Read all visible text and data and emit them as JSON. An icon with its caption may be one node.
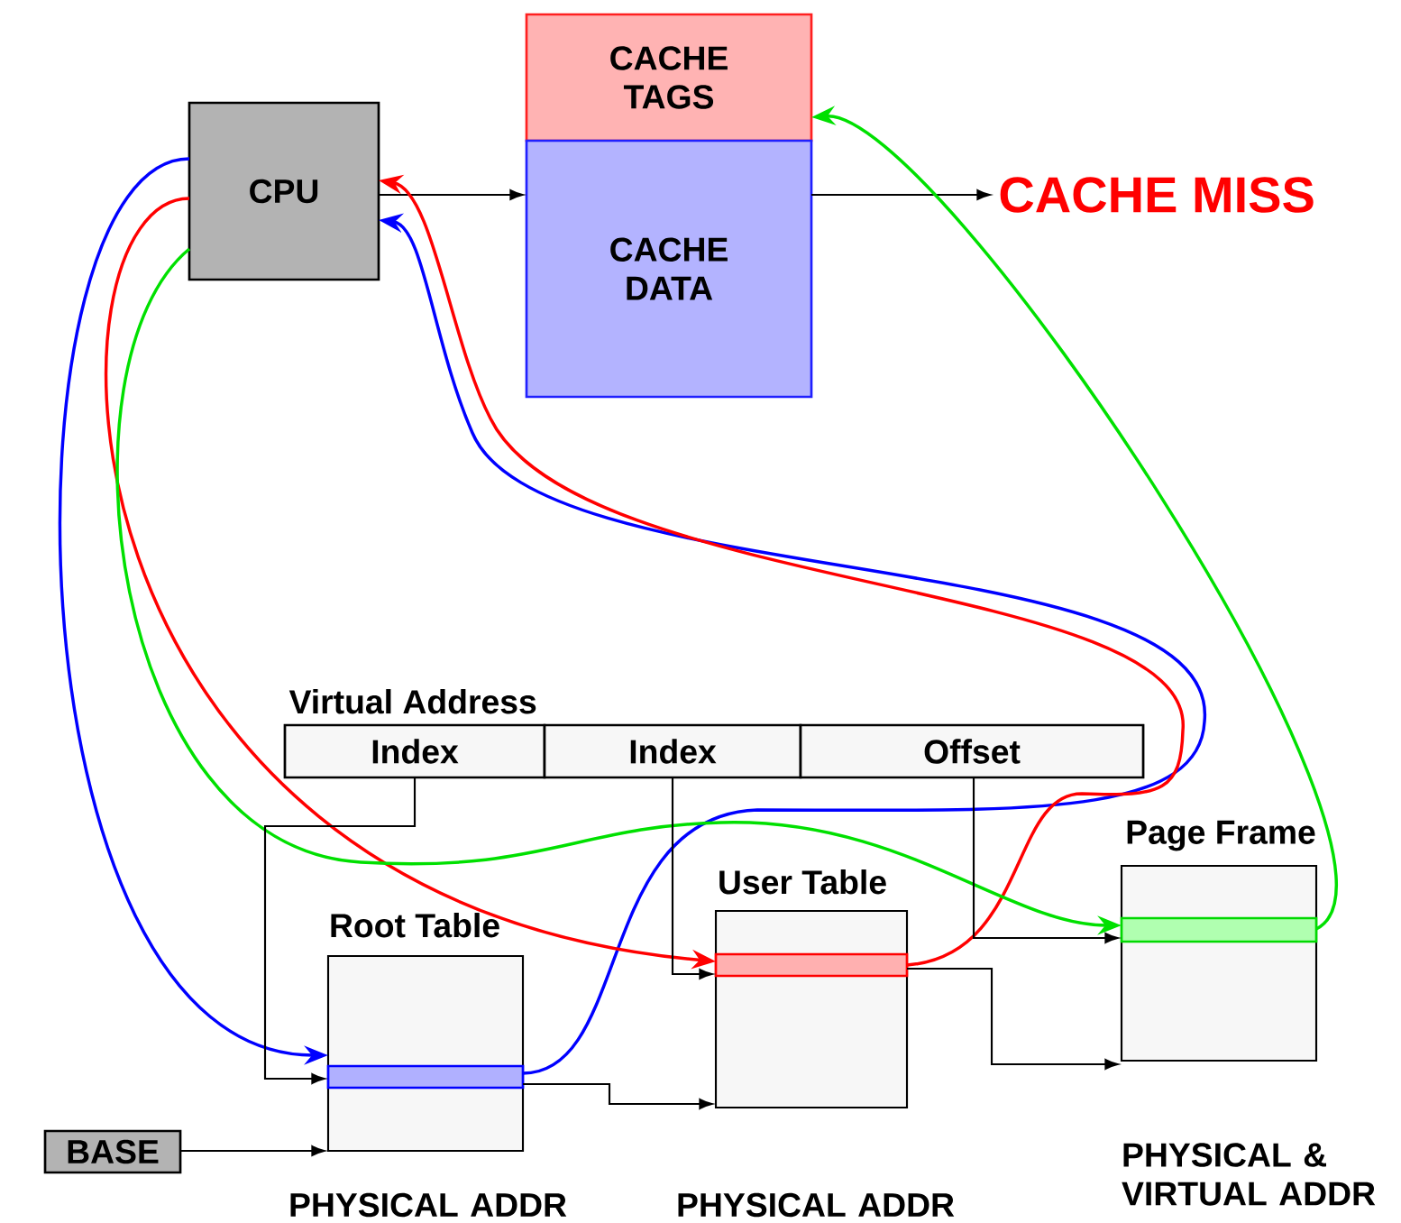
{
  "diagram": {
    "nodes": [
      {
        "text": [
          "CACHE TAGS"
        ]
      },
      {
        "text": [
          "CACHE DATA"
        ]
      },
      {
        "text": [
          "CPU"
        ]
      },
      {
        "text": [
          "CACHE MISS"
        ]
      },
      {
        "text": [
          "Virtual Address"
        ]
      },
      {
        "text": [
          "Index"
        ],
        "in": 4
      },
      {
        "text": [
          "Index"
        ],
        "in": 4
      },
      {
        "text": [
          "Offset"
        ],
        "in": 4
      },
      {
        "text": [
          "Root Table"
        ],
        "beside": [
          "PHYSICAL ADDR"
        ]
      },
      {
        "text": [],
        "shape": "bar",
        "in": 8
      },
      {
        "text": [
          "User Table"
        ],
        "beside": [
          "PHYSICAL ADDR"
        ]
      },
      {
        "text": [],
        "shape": "bar",
        "in": 10
      },
      {
        "text": [
          "Page Frame"
        ],
        "beside": [
          "PHYSICAL & VIRTUAL ADDR"
        ]
      },
      {
        "text": [],
        "shape": "bar",
        "in": 12
      },
      {
        "text": [
          "BASE"
        ]
      }
    ],
    "edges": [
      {
        "from": 2,
        "to": 1,
        "arrow": "to"
      },
      {
        "from": 1,
        "to": 3,
        "arrow": "to"
      },
      {
        "from": 2,
        "to": 8,
        "arrow": "to",
        "color": "#0000ff"
      },
      {
        "from": 9,
        "to": 2,
        "arrow": "to",
        "color": "#0000ff"
      },
      {
        "from": 2,
        "to": 11,
        "arrow": "to",
        "color": "#ff0000"
      },
      {
        "from": 11,
        "to": 2,
        "arrow": "to",
        "color": "#ff0000"
      },
      {
        "from": 2,
        "to": 13,
        "arrow": "to",
        "color": "#00e000"
      },
      {
        "from": 13,
        "to": 0,
        "arrow": "to",
        "color": "#00e000"
      },
      {
        "from": 5,
        "to": 8,
        "arrow": "to"
      },
      {
        "from": 14,
        "to": 8,
        "arrow": "to"
      },
      {
        "from": 9,
        "to": 10,
        "arrow": "to"
      },
      {
        "from": 6,
        "to": 10,
        "arrow": "to"
      },
      {
        "from": 11,
        "to": 12,
        "arrow": "to"
      },
      {
        "from": 7,
        "to": 12,
        "arrow": "to"
      }
    ]
  }
}
